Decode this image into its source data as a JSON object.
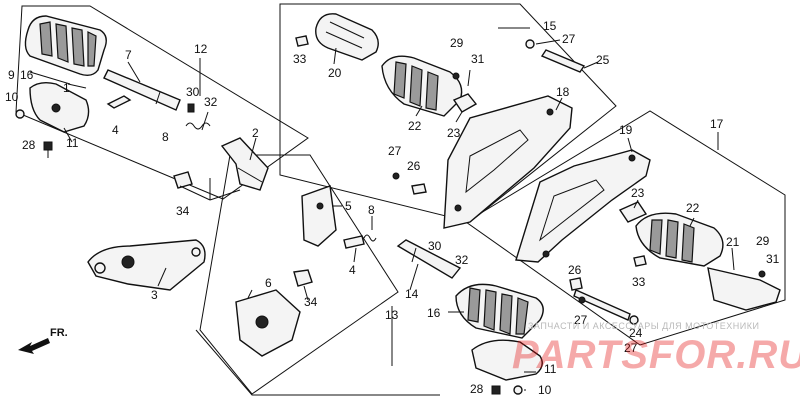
{
  "watermark": {
    "subtitle": "ЗАПЧАСТИ И АКСЕССУАРЫ ДЛЯ МОТОТЕХНИКИ",
    "brand": "PARTSFOR.RU"
  },
  "front_arrow_label": "FR.",
  "part_labels": {
    "p1": "1",
    "p2": "2",
    "p3": "3",
    "p4a": "4",
    "p4b": "4",
    "p5": "5",
    "p6": "6",
    "p7": "7",
    "p8a": "8",
    "p8b": "8",
    "p9": "9",
    "p10a": "10",
    "p10b": "10",
    "p11a": "11",
    "p11b": "11",
    "p12": "12",
    "p13": "13",
    "p14": "14",
    "p15": "15",
    "p16a": "16",
    "p16b": "16",
    "p17": "17",
    "p18": "18",
    "p19": "19",
    "p20": "20",
    "p21": "21",
    "p22a": "22",
    "p22b": "22",
    "p23a": "23",
    "p23b": "23",
    "p24": "24",
    "p25": "25",
    "p26a": "26",
    "p26b": "26",
    "p27a": "27",
    "p27b": "27",
    "p27c": "27",
    "p27d": "27",
    "p28a": "28",
    "p28b": "28",
    "p29a": "29",
    "p29b": "29",
    "p30a": "30",
    "p30b": "30",
    "p31a": "31",
    "p31b": "31",
    "p32a": "32",
    "p32b": "32",
    "p33a": "33",
    "p33b": "33",
    "p34a": "34",
    "p34b": "34"
  }
}
